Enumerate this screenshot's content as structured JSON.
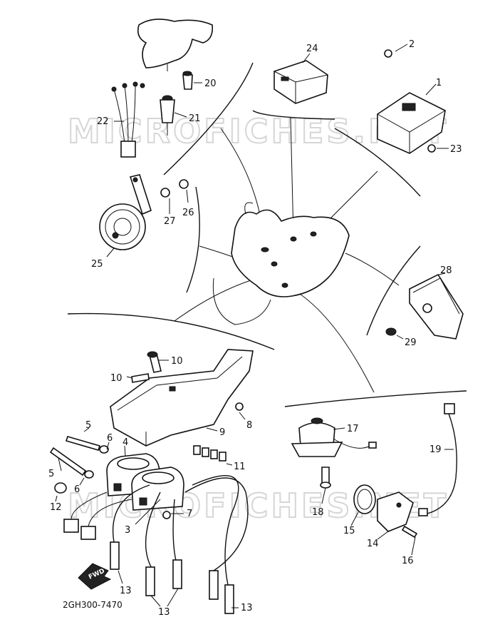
{
  "watermark": "MICROFICHES.NET",
  "ref_code": "2GH300-7470",
  "fwd_label": "FWD",
  "callouts": {
    "c1": "1",
    "c2": "2",
    "c3": "3",
    "c4": "4",
    "c5a": "5",
    "c5b": "5",
    "c6a": "6",
    "c6b": "6",
    "c7": "7",
    "c8": "8",
    "c9": "9",
    "c10a": "10",
    "c10b": "10",
    "c11": "11",
    "c12": "12",
    "c13a": "13",
    "c13b": "13",
    "c13c": "13",
    "c14": "14",
    "c15": "15",
    "c16": "16",
    "c17": "17",
    "c18": "18",
    "c19": "19",
    "c20": "20",
    "c21": "21",
    "c22": "22",
    "c23": "23",
    "c24": "24",
    "c25": "25",
    "c26": "26",
    "c27": "27",
    "c28": "28",
    "c29": "29"
  }
}
